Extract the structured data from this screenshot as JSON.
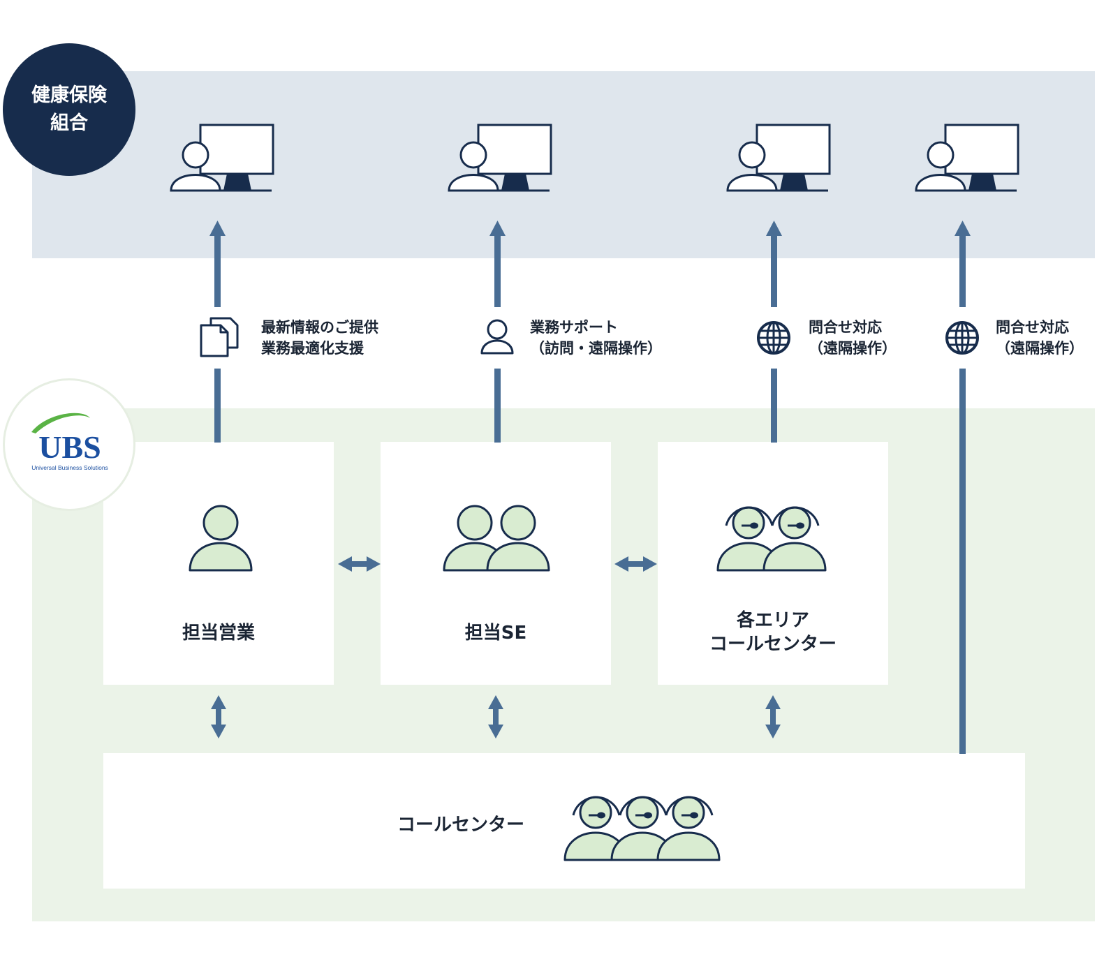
{
  "organization": {
    "label": "健康保険\n組合"
  },
  "vendor": {
    "logo_text": "UBS",
    "logo_tagline": "Universal Business Solutions"
  },
  "connections": [
    {
      "icon": "documents-icon",
      "label": "最新情報のご提供\n業務最適化支援"
    },
    {
      "icon": "person-icon",
      "label": "業務サポート\n（訪問・遠隔操作）"
    },
    {
      "icon": "globe-icon",
      "label": "問合せ対応\n（遠隔操作）"
    },
    {
      "icon": "globe-icon",
      "label": "問合せ対応\n（遠隔操作）"
    }
  ],
  "boxes": {
    "sales": {
      "label": "担当営業"
    },
    "se": {
      "label": "担当SE"
    },
    "area_call_center": {
      "label": "各エリア\nコールセンター"
    },
    "call_center": {
      "label": "コールセンター"
    }
  },
  "colors": {
    "navy": "#172c4c",
    "arrow": "#496d94",
    "top_band": "#dfe6ed",
    "bottom_band": "#ebf3e8",
    "person_fill": "#d9ecd1",
    "logo_blue": "#1b4fa0",
    "logo_green": "#5ab345"
  }
}
